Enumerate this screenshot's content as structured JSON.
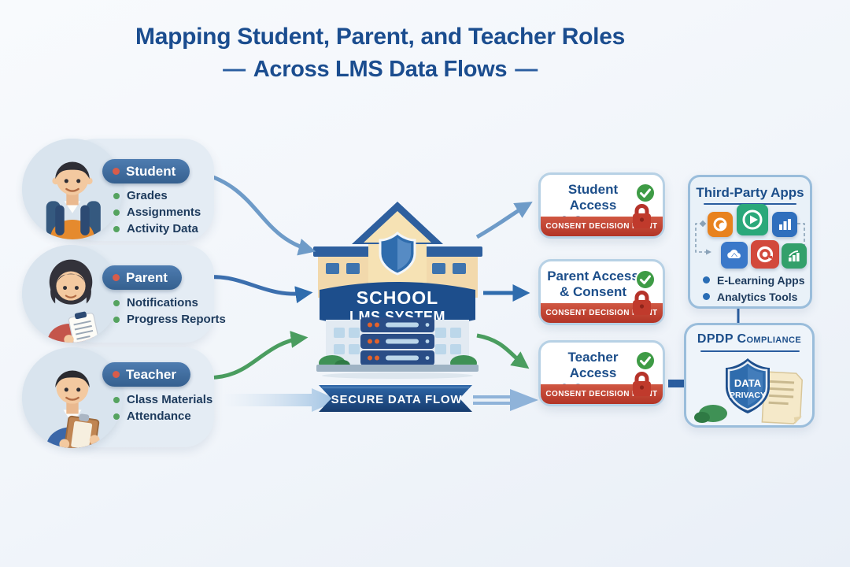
{
  "title": {
    "line1": "Mapping Student, Parent, and Teacher Roles",
    "line2": "Across LMS Data Flows",
    "dash": "—"
  },
  "roles": [
    {
      "name": "Student",
      "items": [
        "Grades",
        "Assignments",
        "Activity Data"
      ]
    },
    {
      "name": "Parent",
      "items": [
        "Notifications",
        "Progress Reports"
      ]
    },
    {
      "name": "Teacher",
      "items": [
        "Class Materials",
        "Attendance"
      ]
    }
  ],
  "lms": {
    "name_line1": "SCHOOL",
    "name_line2": "LMS SYSTEM",
    "flow_banner": "SECURE DATA FLOW"
  },
  "consent": [
    {
      "line1": "Student Access",
      "line2": "& Consent",
      "decision": "CONSENT DECISION POINT"
    },
    {
      "line1": "Parent Access",
      "line2": "& Consent",
      "decision": "CONSENT DECISION POINT"
    },
    {
      "line1": "Teacher Access",
      "line2": "& Consent",
      "decision": "CONSENT DECISION POINT"
    }
  ],
  "third_party": {
    "title": "Third-Party Apps",
    "app_icons": [
      "swirl-app-icon",
      "play-app-icon",
      "bar-chart-app-icon",
      "cloud-upload-app-icon",
      "target-app-icon",
      "growth-chart-app-icon"
    ],
    "items": [
      "E-Learning Apps",
      "Analytics Tools"
    ]
  },
  "dpdp": {
    "title": "DPDP Compliance",
    "shield_line1": "DATA",
    "shield_line2": "PRIVACY"
  },
  "colors": {
    "title_navy": "#1b4d8f",
    "text_navy": "#1d3a5c",
    "pill_blue": "#35608f",
    "bullet_green": "#55a35f",
    "bullet_red": "#d85c4a",
    "arrow_light_blue": "#6e9bc8",
    "arrow_blue": "#2f6cad",
    "arrow_green": "#4a9d5f",
    "consent_red": "#b23426",
    "check_green": "#3e9b45",
    "panel_border": "#9abddb",
    "panel_bg": "#e9f1f8",
    "building_roof": "#2e5f9e",
    "building_wall": "#f2d9ac",
    "banner_blue": "#1d4e8c",
    "server_orange": "#e2622b"
  }
}
